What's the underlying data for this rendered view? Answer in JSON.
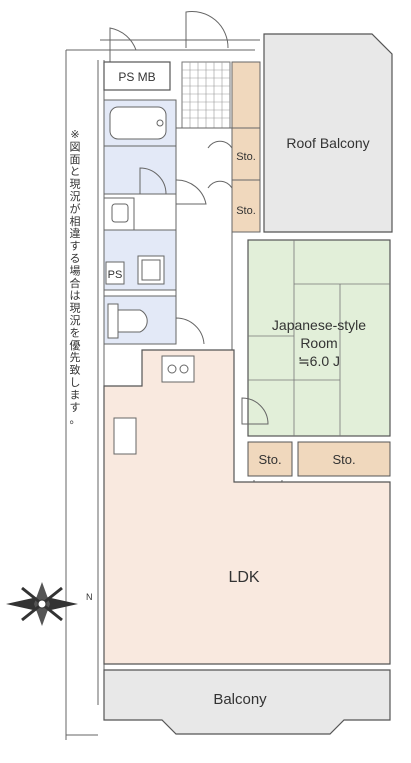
{
  "rooms": {
    "roof_balcony": "Roof Balcony",
    "japanese_room_1": "Japanese-style",
    "japanese_room_2": "Room",
    "japanese_room_3": "≒6.0 J",
    "ldk": "LDK",
    "balcony": "Balcony"
  },
  "storage": {
    "sto_1": "Sto.",
    "sto_2": "Sto.",
    "sto_3": "Sto.",
    "sto_4": "Sto."
  },
  "fixtures": {
    "ps_mb": "PS  MB",
    "ps": "PS"
  },
  "note": "※図面と現況が相違する場合は現況を優先致します。",
  "compass": {
    "north_label": "N"
  },
  "colors": {
    "ldk_floor": "#f9e9df",
    "tatami": "#e2efd9",
    "wet_area": "#e3e9f7",
    "storage": "#f0d8bd",
    "balcony": "#e8e8e8",
    "wall": "#555555"
  }
}
